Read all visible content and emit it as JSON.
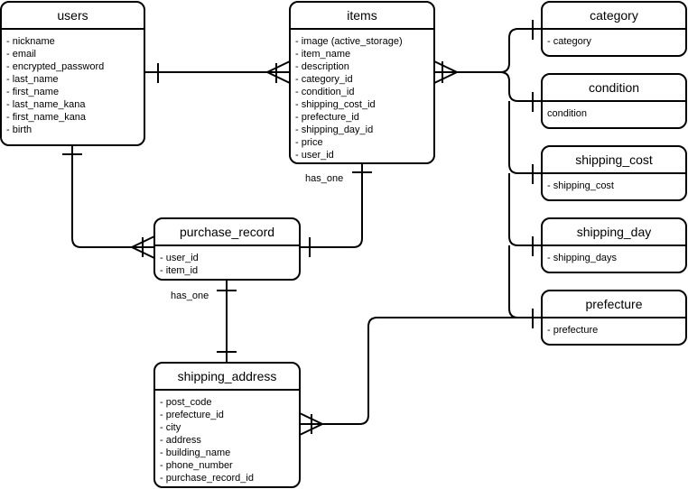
{
  "entities": {
    "users": {
      "title": "users",
      "fields": [
        "- nickname",
        "- email",
        "- encrypted_password",
        "- last_name",
        "- first_name",
        "- last_name_kana",
        "- first_name_kana",
        "- birth"
      ]
    },
    "items": {
      "title": "items",
      "fields": [
        "- image (active_storage)",
        "- item_name",
        "- description",
        "- category_id",
        "- condition_id",
        "- shipping_cost_id",
        "- prefecture_id",
        "- shipping_day_id",
        "- price",
        "- user_id"
      ]
    },
    "category": {
      "title": "category",
      "fields": [
        "- category"
      ]
    },
    "condition": {
      "title": "condition",
      "fields": [
        "condition"
      ]
    },
    "shipping_cost": {
      "title": "shipping_cost",
      "fields": [
        "- shipping_cost"
      ]
    },
    "shipping_day": {
      "title": "shipping_day",
      "fields": [
        "- shipping_days"
      ]
    },
    "prefecture": {
      "title": "prefecture",
      "fields": [
        "- prefecture"
      ]
    },
    "purchase_record": {
      "title": "purchase_record",
      "fields": [
        "- user_id",
        "- item_id"
      ]
    },
    "shipping_address": {
      "title": "shipping_address",
      "fields": [
        "- post_code",
        "- prefecture_id",
        "- city",
        "- address",
        "- building_name",
        "- phone_number",
        "- purchase_record_id"
      ]
    }
  },
  "relationship_labels": {
    "items_purchase": "has_one",
    "purchase_shipping": "has_one"
  },
  "colors": {
    "stroke": "#000000",
    "background": "#ffffff"
  }
}
